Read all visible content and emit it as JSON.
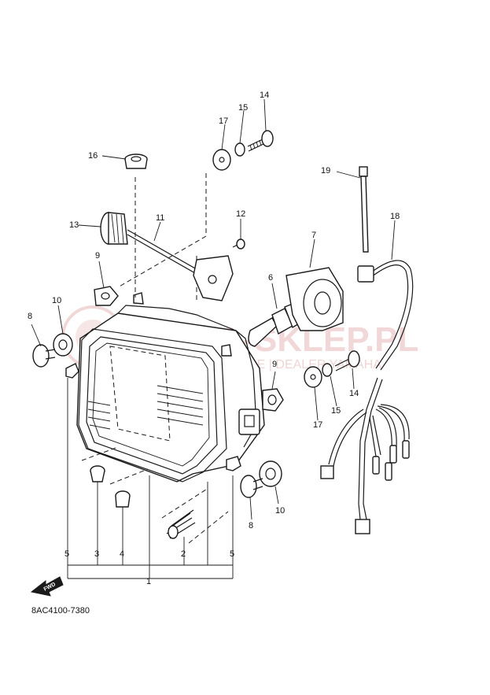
{
  "diagram": {
    "code": "8AC4100-7380",
    "fwd_label": "FWD",
    "watermark": {
      "main": "AMA-SKLEP.PL",
      "sub": "VICE | DEALER YAMAHA"
    },
    "callouts": [
      {
        "id": "c1",
        "text": "1"
      },
      {
        "id": "c2",
        "text": "2"
      },
      {
        "id": "c3",
        "text": "3"
      },
      {
        "id": "c4",
        "text": "4"
      },
      {
        "id": "c5a",
        "text": "5"
      },
      {
        "id": "c5b",
        "text": "5"
      },
      {
        "id": "c6",
        "text": "6"
      },
      {
        "id": "c7",
        "text": "7"
      },
      {
        "id": "c8a",
        "text": "8"
      },
      {
        "id": "c8b",
        "text": "8"
      },
      {
        "id": "c9a",
        "text": "9"
      },
      {
        "id": "c9b",
        "text": "9"
      },
      {
        "id": "c10a",
        "text": "10"
      },
      {
        "id": "c10b",
        "text": "10"
      },
      {
        "id": "c11",
        "text": "11"
      },
      {
        "id": "c12",
        "text": "12"
      },
      {
        "id": "c13",
        "text": "13"
      },
      {
        "id": "c14a",
        "text": "14"
      },
      {
        "id": "c14b",
        "text": "14"
      },
      {
        "id": "c15a",
        "text": "15"
      },
      {
        "id": "c15b",
        "text": "15"
      },
      {
        "id": "c16",
        "text": "16"
      },
      {
        "id": "c17a",
        "text": "17"
      },
      {
        "id": "c17b",
        "text": "17"
      },
      {
        "id": "c18",
        "text": "18"
      },
      {
        "id": "c19",
        "text": "19"
      }
    ]
  }
}
